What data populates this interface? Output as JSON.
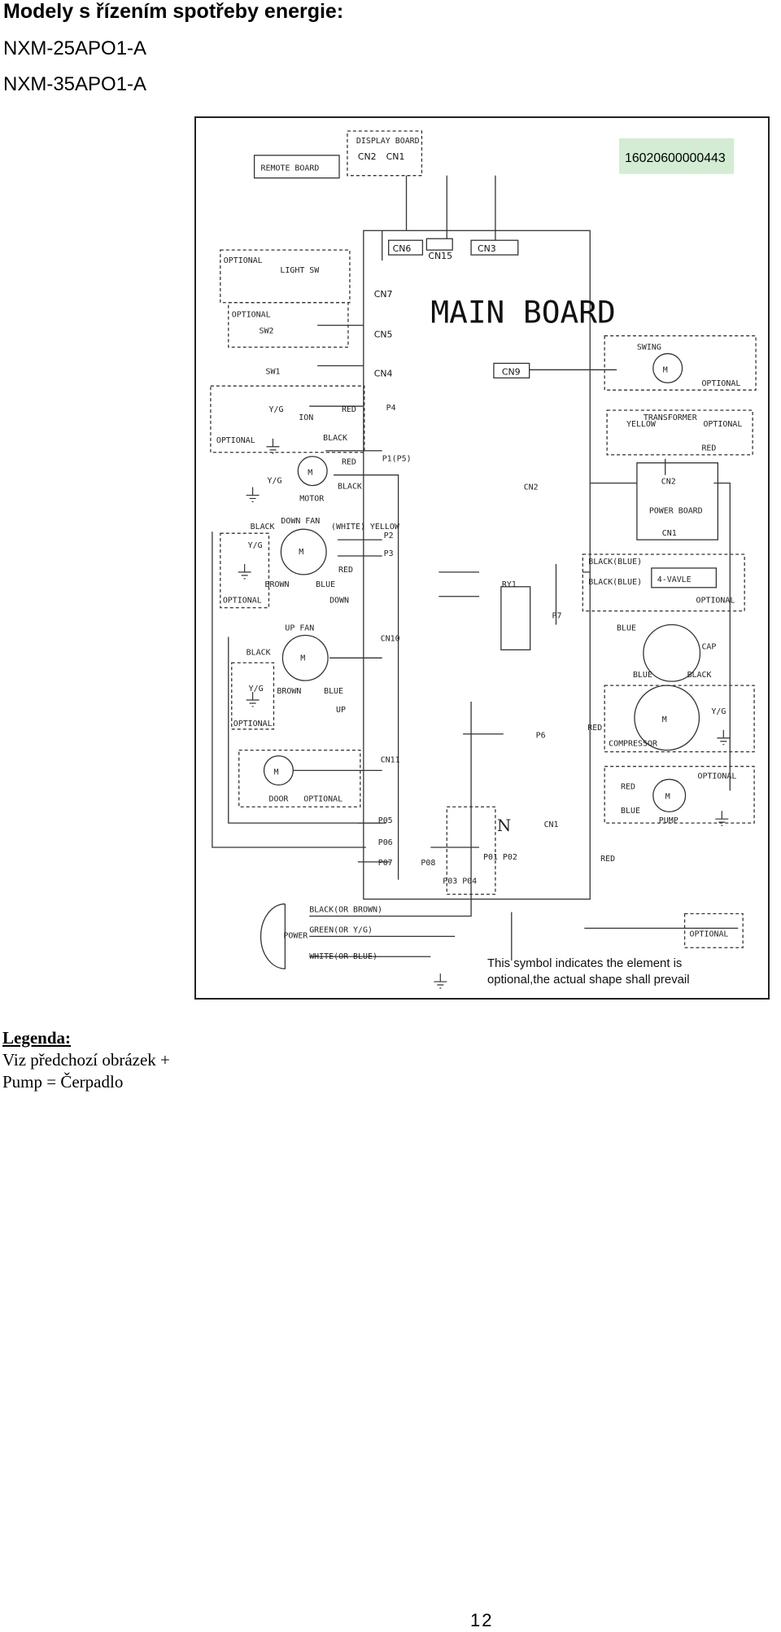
{
  "header": {
    "title": "Modely s řízením spotřeby energie:",
    "models": [
      "NXM-25APO1-A",
      "NXM-35APO1-A"
    ]
  },
  "diagram": {
    "part_number": "16020600000443",
    "main_board": "MAIN BOARD",
    "boards": {
      "display": "DISPLAY BOARD",
      "remote": "REMOTE BOARD",
      "power": "POWER BOARD"
    },
    "connectors": {
      "cn2": "CN2",
      "cn1": "CN1",
      "cn6": "CN6",
      "cn15": "CN15",
      "cn3": "CN3",
      "cn7": "CN7",
      "cn5": "CN5",
      "cn4": "CN4",
      "cn9": "CN9",
      "cn10": "CN10",
      "cn11": "CN11",
      "p4": "P4",
      "p1": "P1(P5)",
      "p2": "P2",
      "p3": "P3",
      "p7": "P7",
      "p6": "P6",
      "p05": "P05",
      "p06": "P06",
      "p07": "P07",
      "p08": "P08",
      "p01p02": "P01 P02",
      "p03p04": "P03 P04",
      "ry1": "RY1"
    },
    "components": {
      "light_sw": "LIGHT SW",
      "sw2": "SW2",
      "sw1": "SW1",
      "ion": "ION",
      "motor": "MOTOR",
      "down_fan": "DOWN FAN",
      "up_fan": "UP FAN",
      "door": "DOOR",
      "swing": "SWING",
      "transformer": "TRANSFORMER",
      "four_way": "4-VAVLE",
      "cap": "CAP",
      "compressor": "COMPRESSOR",
      "pump": "PUMP",
      "power": "POWER",
      "motor_symbol": "M",
      "neutral": "N"
    },
    "wires": {
      "red": "RED",
      "black": "BLACK",
      "blue": "BLUE",
      "brown": "BROWN",
      "yellow": "YELLOW",
      "yg": "Y/G",
      "white_yellow": "(WHITE) YELLOW",
      "down": "DOWN",
      "up": "UP",
      "black_blue": "BLACK(BLUE)",
      "black_or_brown": "BLACK(OR BROWN)",
      "green_or_yg": "GREEN(OR Y/G)",
      "white_or_blue": "WHITE(OR BLUE)"
    },
    "optional": "OPTIONAL",
    "note_line1": "This symbol indicates the element is",
    "note_line2": "optional,the actual shape shall prevail"
  },
  "legend": {
    "heading": "Legenda:",
    "lines": [
      "Viz předchozí obrázek +",
      "Pump = Čerpadlo"
    ]
  },
  "page_number": "12"
}
